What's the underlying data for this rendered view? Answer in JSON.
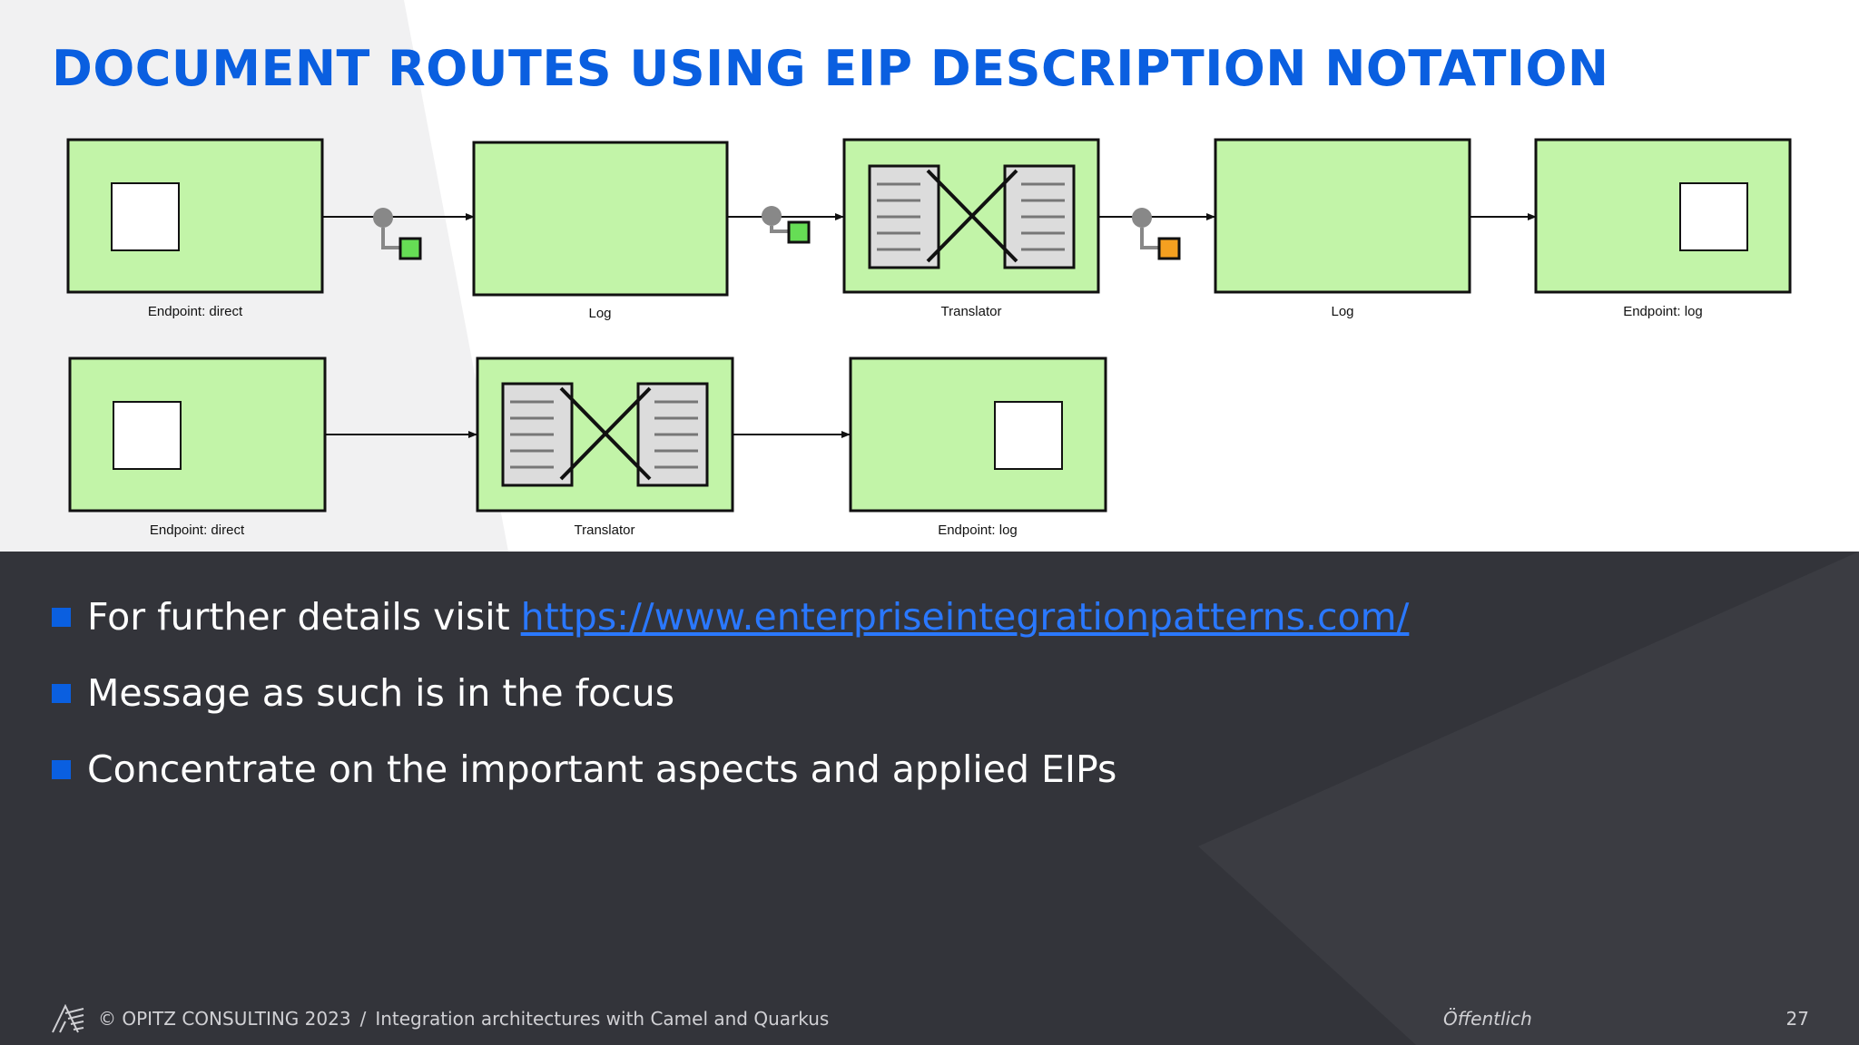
{
  "slide": {
    "title": "DOCUMENT ROUTES USING EIP DESCRIPTION NOTATION"
  },
  "diagram": {
    "route1": {
      "labels": [
        "Endpoint: direct",
        "Log",
        "Translator",
        "Log",
        "Endpoint: log"
      ],
      "marker_colors": [
        "#66dd55",
        "#66dd55",
        "#f4a020"
      ]
    },
    "route2": {
      "labels": [
        "Endpoint: direct",
        "Translator",
        "Endpoint: log"
      ]
    },
    "colors": {
      "box_fill": "#c2f4a8",
      "box_stroke": "#111111"
    }
  },
  "bullets": [
    {
      "text": "For further details visit",
      "link": "https://www.enterpriseintegrationpatterns.com/"
    },
    {
      "text": "Message as such is in the focus"
    },
    {
      "text": "Concentrate on the important aspects and applied EIPs"
    }
  ],
  "footer": {
    "copyright": "© OPITZ CONSULTING 2023",
    "separator": "/",
    "presentation": "Integration architectures with Camel and Quarkus",
    "classification": "Öffentlich",
    "page": "27",
    "logo_icon": "opitz-logo-icon"
  },
  "colors": {
    "accent": "#0a5fe0",
    "link": "#2a78ff",
    "dark_background": "#33343a"
  }
}
